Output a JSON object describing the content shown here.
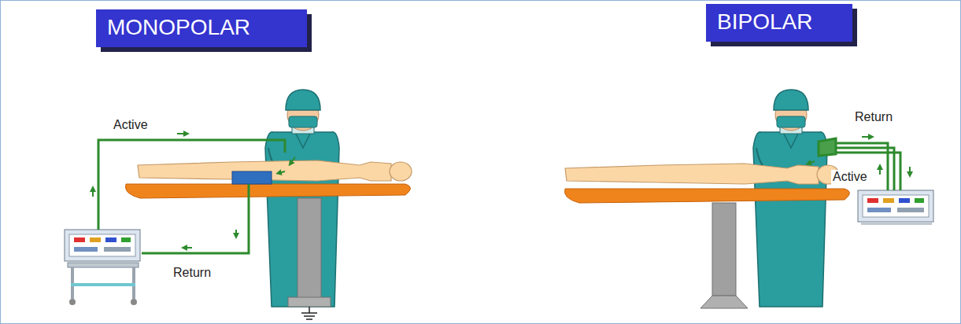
{
  "diagram": {
    "nodes": [
      {
        "text": [
          "MONOPOLAR"
        ]
      },
      {
        "text": [
          "BIPOLAR"
        ]
      }
    ],
    "labels": [
      "Active",
      "Return",
      "Return",
      "Active"
    ]
  }
}
